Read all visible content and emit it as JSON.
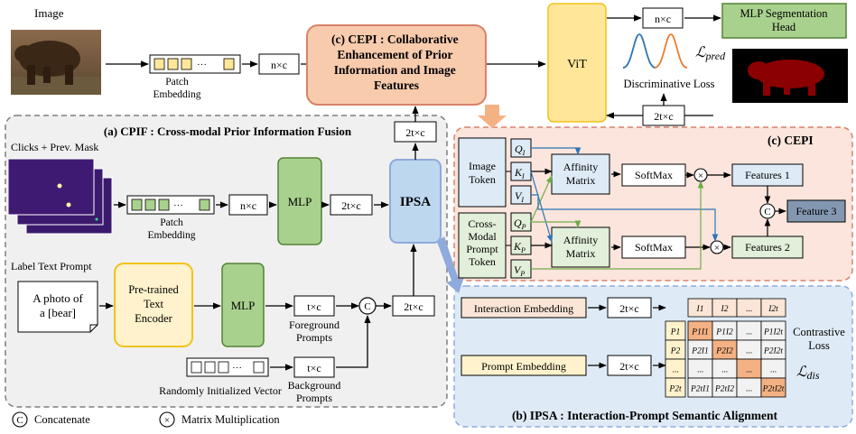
{
  "top": {
    "image_label": "Image",
    "patch_embedding_label": "Patch\nEmbedding",
    "nxc_1": "n×c",
    "cepi_title": "(c) CEPI : Collaborative\nEnhancement of Prior\nInformation and Image\nFeatures",
    "vit": "ViT",
    "nxc_top": "n×c",
    "mlp_seg_head": "MLP Segmentation\nHead",
    "loss_pred": "ℒpred",
    "discriminative_loss": "Discriminative Loss",
    "two_t_c_top": "2t×c"
  },
  "cpif": {
    "title": "(a) CPIF : Cross-modal Prior Information Fusion",
    "clicks_label": "Clicks + Prev. Mask",
    "patch_embedding": "Patch\nEmbedding",
    "nxc": "n×c",
    "mlp": "MLP",
    "two_t_c": "2t×c",
    "ipsa": "IPSA",
    "two_t_c_out": "2t×c",
    "label_text_prompt": "Label Text Prompt",
    "doc_text": "A photo of\na [bear]",
    "text_encoder": "Pre-trained\nText\nEncoder",
    "mlp2": "MLP",
    "txc_fg": "t×c",
    "foreground_prompts": "Foreground\nPrompts",
    "concat_symbol": "C",
    "two_t_c_cat": "2t×c",
    "random_vector": "Randomly Initialized Vector",
    "txc_bg": "t×c",
    "background_prompts": "Background\nPrompts"
  },
  "cepi": {
    "title": "(c) CEPI",
    "image_token": "Image\nToken",
    "prompt_token": "Cross-\nModal\nPrompt\nToken",
    "qi": "Qi",
    "ki": "Ki",
    "vi": "Vi",
    "qp": "Qp",
    "kp": "Kp",
    "vp": "Vp",
    "affinity1": "Affinity\nMatrix",
    "affinity2": "Affinity\nMatrix",
    "softmax1": "SoftMax",
    "softmax2": "SoftMax",
    "features1": "Features 1",
    "features2": "Features 2",
    "feature3": "Feature 3",
    "concat_symbol": "C",
    "mult_symbol": "×"
  },
  "ipsa": {
    "title": "(b) IPSA : Interaction-Prompt Semantic Alignment",
    "interaction_embedding": "Interaction Embedding",
    "prompt_embedding": "Prompt Embedding",
    "two_t_c_1": "2t×c",
    "two_t_c_2": "2t×c",
    "i_row": [
      "I1",
      "I2",
      "...",
      "I2t"
    ],
    "p_col": [
      "P1",
      "P2",
      "...",
      "P2t"
    ],
    "matrix": [
      [
        "P1I1",
        "P1I2",
        "...",
        "P1I2t"
      ],
      [
        "P2I1",
        "P2I2",
        "...",
        "P2I2t"
      ],
      [
        "...",
        "...",
        "...",
        "..."
      ],
      [
        "P2tI1",
        "P2tI2",
        "...",
        "P2tI2t"
      ]
    ],
    "contrastive_loss": "Contrastive\nLoss",
    "loss_dis": "ℒdis"
  },
  "legend": {
    "concat_symbol": "C",
    "concat": "Concatenate",
    "mult_symbol": "×",
    "mult": "Matrix Multiplication"
  },
  "colors": {
    "green": "#a9d18e",
    "green_stroke": "#548235",
    "yellow": "#fff2cc",
    "yellow_stroke": "#f2c318",
    "vit_fill": "#ffe699",
    "ipsa_fill": "#bdd7ee",
    "ipsa_stroke": "#8faadc",
    "cepi_fill": "#f8cbad",
    "cepi_stroke": "#d9826a",
    "pink_panel": "#fbe5dc",
    "blue_panel": "#deebf7",
    "gray_panel": "#f0f0f0",
    "orange_cell": "#f4b183",
    "interaction_fill": "#fbe5d6"
  }
}
